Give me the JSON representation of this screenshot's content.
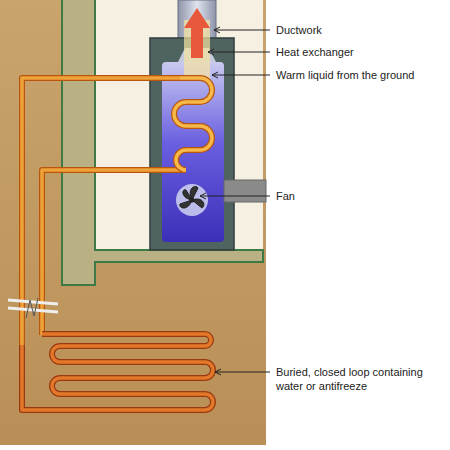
{
  "diagram": {
    "labels": [
      "Ductwork",
      "Heat exchanger",
      "Warm liquid from the ground",
      "Fan",
      "Buried, closed loop containing water or antifreeze"
    ]
  }
}
